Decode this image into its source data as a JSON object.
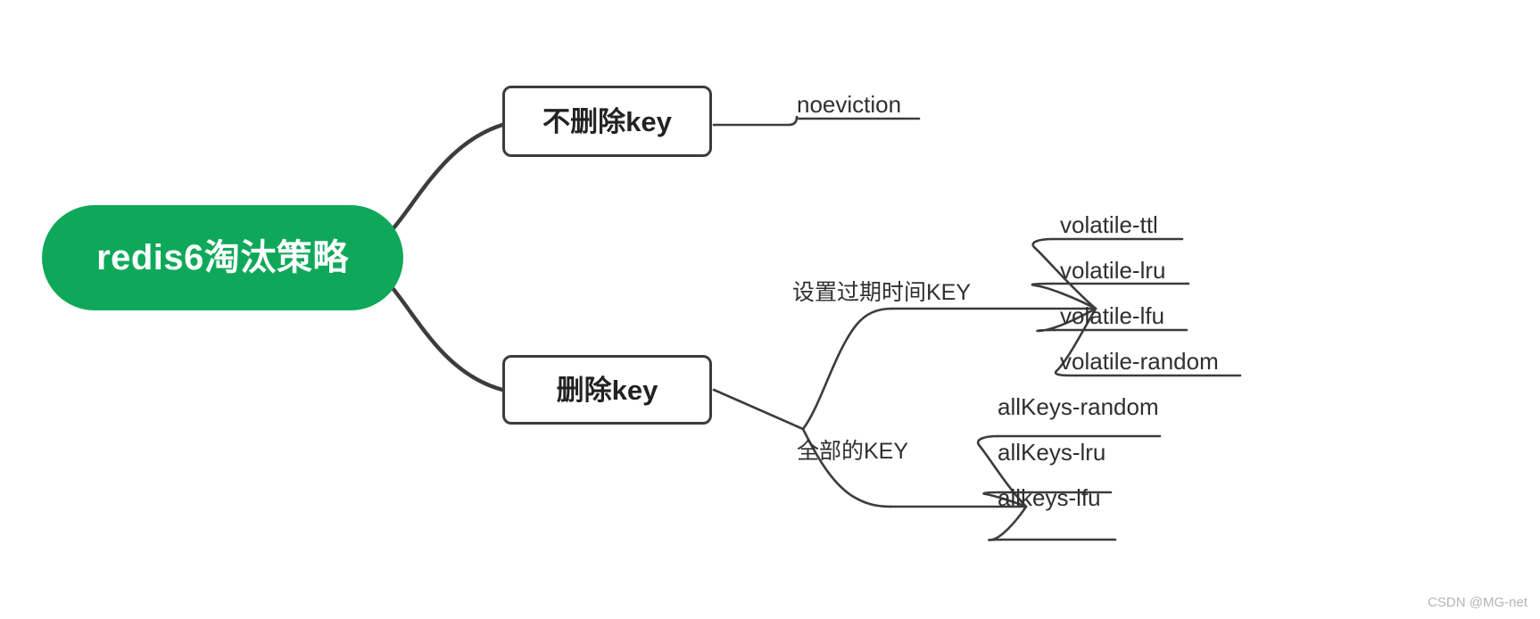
{
  "diagram": {
    "type": "mind-map",
    "title": "redis6淘汰策略",
    "root": {
      "label": "redis6淘汰策略",
      "shape": "rounded-pill",
      "fill_color": "#0FA85A",
      "text_color": "#FFFFFF"
    },
    "branch_color": "#3C3C3C",
    "branches": [
      {
        "label": "不删除key",
        "shape": "rounded-box",
        "children": [
          {
            "label": "noeviction"
          }
        ]
      },
      {
        "label": "删除key",
        "shape": "rounded-box",
        "children": [
          {
            "label": "设置过期时间KEY",
            "children": [
              {
                "label": "volatile-ttl"
              },
              {
                "label": "volatile-lru"
              },
              {
                "label": "volatile-lfu"
              },
              {
                "label": "volatile-random"
              }
            ]
          },
          {
            "label": "全部的KEY",
            "children": [
              {
                "label": "allKeys-random"
              },
              {
                "label": "allKeys-lru"
              },
              {
                "label": "allkeys-lfu"
              }
            ]
          }
        ]
      }
    ]
  },
  "watermark": {
    "text": "CSDN @MG-net"
  }
}
